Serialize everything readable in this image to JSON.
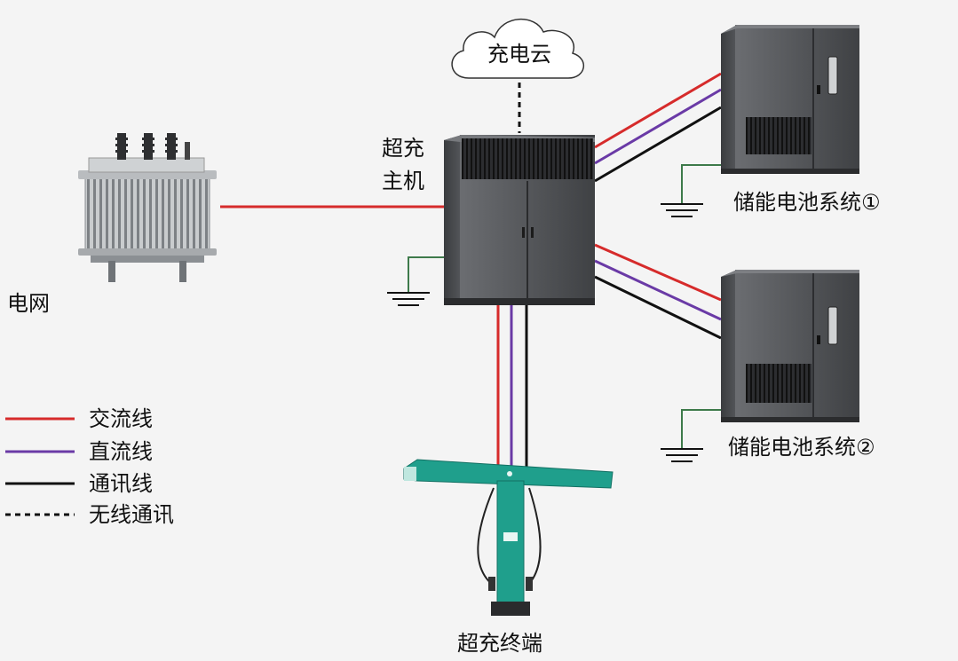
{
  "nodes": {
    "grid": {
      "label": "电网"
    },
    "cloud": {
      "label": "充电云"
    },
    "host": {
      "label_line1": "超充",
      "label_line2": "主机"
    },
    "battery1": {
      "label": "储能电池系统①"
    },
    "battery2": {
      "label": "储能电池系统②"
    },
    "terminal": {
      "label": "超充终端"
    }
  },
  "legend": {
    "items": [
      {
        "label": "交流线",
        "color": "#d62b2b",
        "style": "solid"
      },
      {
        "label": "直流线",
        "color": "#6a3aa6",
        "style": "solid"
      },
      {
        "label": "通讯线",
        "color": "#111111",
        "style": "solid"
      },
      {
        "label": "无线通讯",
        "color": "#111111",
        "style": "dashed"
      }
    ]
  },
  "colors": {
    "ac": "#d62b2b",
    "dc": "#6a3aa6",
    "comm": "#111111",
    "cabinet": "#5a5c60",
    "terminal": "#1f9f8c"
  }
}
